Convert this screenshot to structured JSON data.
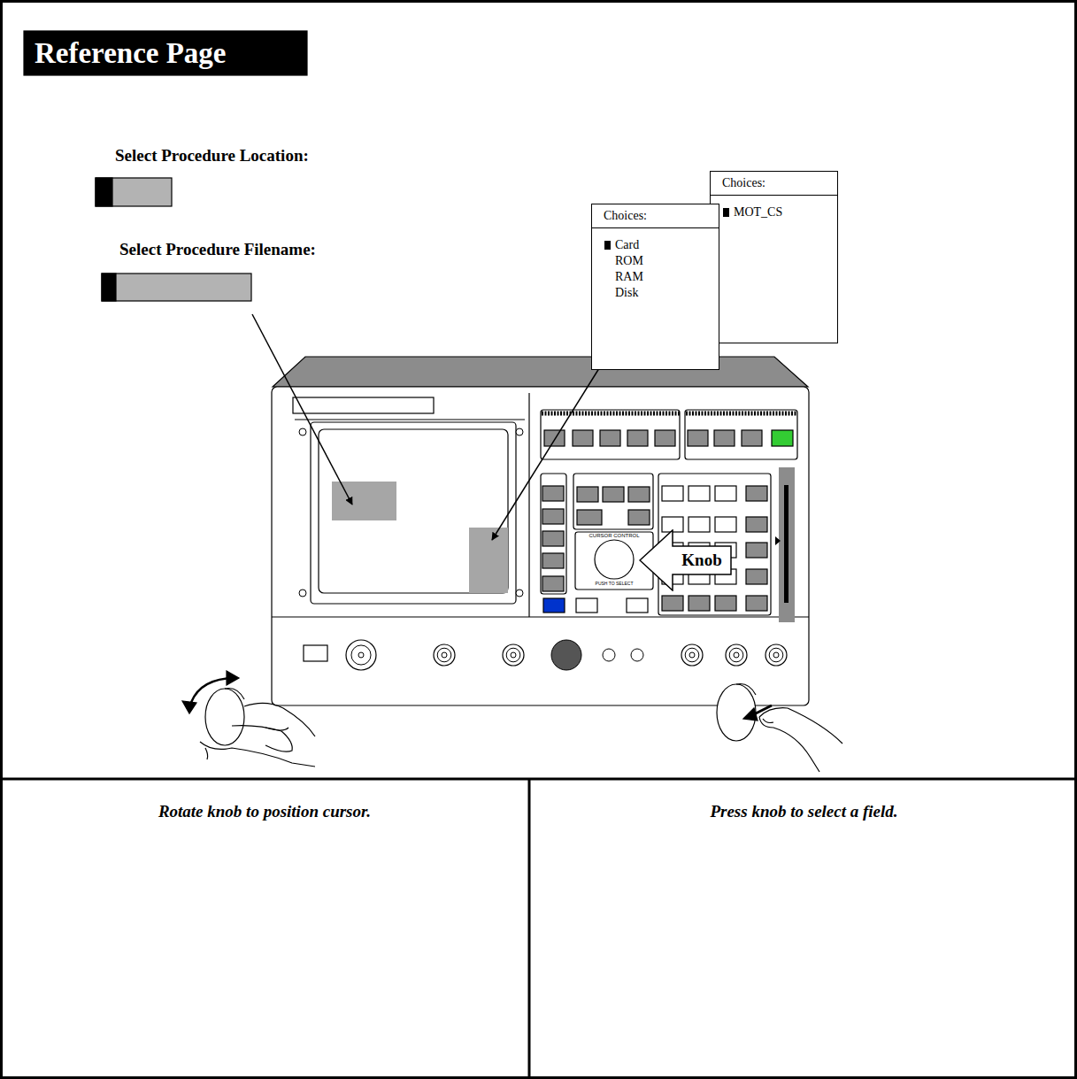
{
  "diagram": {
    "title": "Reference Page",
    "nodes": [
      {
        "text": [
          "Choices:",
          "Card",
          "ROM",
          "RAM",
          "Disk"
        ]
      },
      {
        "text": [
          "Choices:",
          "MOT_CS"
        ]
      },
      {
        "text": [
          "Knob"
        ]
      },
      {
        "text": [
          "Rotate knob to position cursor."
        ]
      },
      {
        "text": [
          "Press knob to select a field."
        ]
      }
    ],
    "labels": [
      "Select Procedure Location:",
      "Select Procedure Filename:",
      "CURSOR CONTROL",
      "PUSH TO SELECT"
    ]
  }
}
